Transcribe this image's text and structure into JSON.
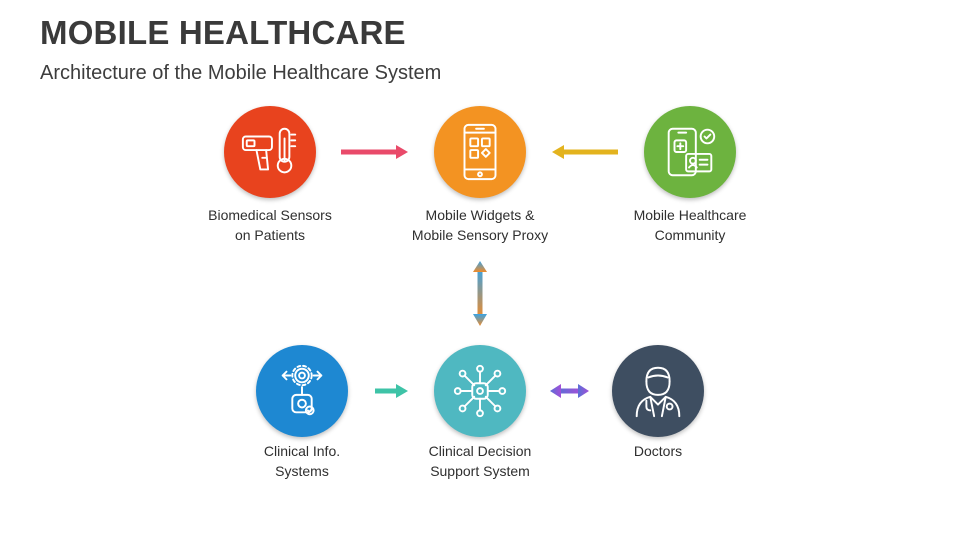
{
  "header": {
    "title": "MOBILE HEALTHCARE",
    "subtitle": "Architecture of the Mobile Healthcare System"
  },
  "nodes": [
    {
      "id": "biomedical-sensors",
      "icon": "thermometer-scanner-icon",
      "color": "#E8431E",
      "label_lines": [
        "Biomedical Sensors",
        "on Patients"
      ]
    },
    {
      "id": "mobile-widgets",
      "icon": "smartphone-widgets-icon",
      "color": "#F39322",
      "label_lines": [
        "Mobile Widgets &",
        "Mobile Sensory Proxy"
      ]
    },
    {
      "id": "healthcare-community",
      "icon": "medical-app-icon",
      "color": "#6DB33F",
      "label_lines": [
        "Mobile Healthcare",
        "Community"
      ]
    },
    {
      "id": "clinical-info",
      "icon": "gear-network-icon",
      "color": "#1E88D2",
      "label_lines": [
        "Clinical Info.",
        "Systems"
      ]
    },
    {
      "id": "clinical-decision",
      "icon": "decision-hub-icon",
      "color": "#4FB8C1",
      "label_lines": [
        "Clinical Decision",
        "Support System"
      ]
    },
    {
      "id": "doctors",
      "icon": "doctor-icon",
      "color": "#3E4E61",
      "label_lines": [
        "Doctors"
      ]
    }
  ],
  "arrow_colors": {
    "sensors_to_widgets": "#E94A6A",
    "community_to_widgets": "#E3B31E",
    "vertical_top": "#3BA3E3",
    "vertical_bottom": "#EE8B2B",
    "info_to_decision": "#3EC3A7",
    "decision_doctors_left": "#5A6FD6",
    "decision_doctors_right": "#A34FD8"
  }
}
